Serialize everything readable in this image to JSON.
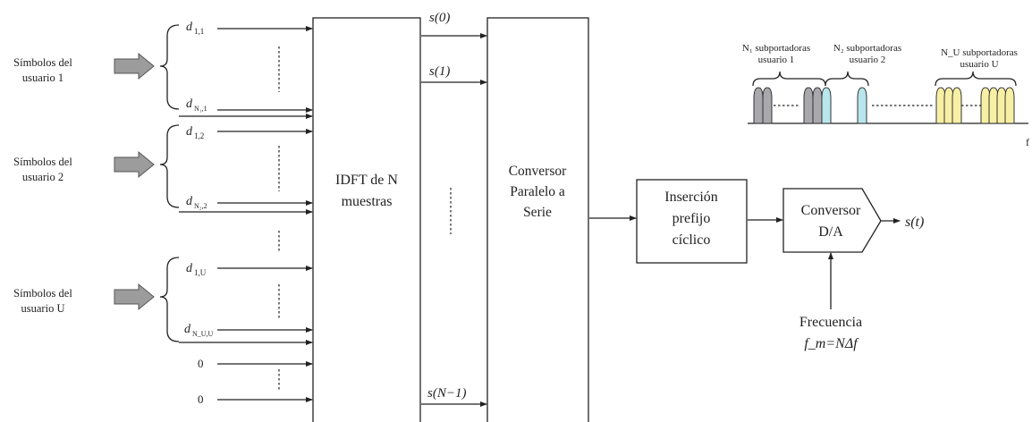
{
  "users": [
    {
      "label_line1": "Símbolos del",
      "label_line2": "usuario 1",
      "d_first": "d",
      "d_first_sub": "1,1",
      "d_last": "d",
      "d_last_sub": "N₁,1"
    },
    {
      "label_line1": "Símbolos del",
      "label_line2": "usuario 2",
      "d_first": "d",
      "d_first_sub": "1,2",
      "d_last": "d",
      "d_last_sub": "N₂,2"
    },
    {
      "label_line1": "Símbolos del",
      "label_line2": "usuario U",
      "d_first": "d",
      "d_first_sub": "1,U",
      "d_last": "d",
      "d_last_sub": "N_U,U"
    }
  ],
  "zeros": [
    "0",
    "0"
  ],
  "idft_block": {
    "line1": "IDFT de N",
    "line2": "muestras"
  },
  "outputs": {
    "s0": "s(0)",
    "s1": "s(1)",
    "sN": "s(N−1)"
  },
  "ps_block": {
    "line1": "Conversor",
    "line2": "Paralelo a",
    "line3": "Serie"
  },
  "cp_block": {
    "line1": "Inserción",
    "line2": "prefijo",
    "line3": "cíclico"
  },
  "da_block": {
    "line1": "Conversor",
    "line2": "D/A"
  },
  "output_signal": "s(t)",
  "clock": {
    "line1": "Frecuencia",
    "line2": "f_m=NΔf"
  },
  "spectrum": {
    "group1_line1": "N₁ subportadoras",
    "group1_line2": "usuario 1",
    "group2_line1": "N₂ subportadoras",
    "group2_line2": "usuario 2",
    "group3_line1": "N_U subportadoras",
    "group3_line2": "usuario U",
    "axis_label": "f",
    "colors": {
      "user1": "#a9a9ad",
      "user2": "#b8e6ec",
      "userU": "#f7f0a4"
    }
  }
}
